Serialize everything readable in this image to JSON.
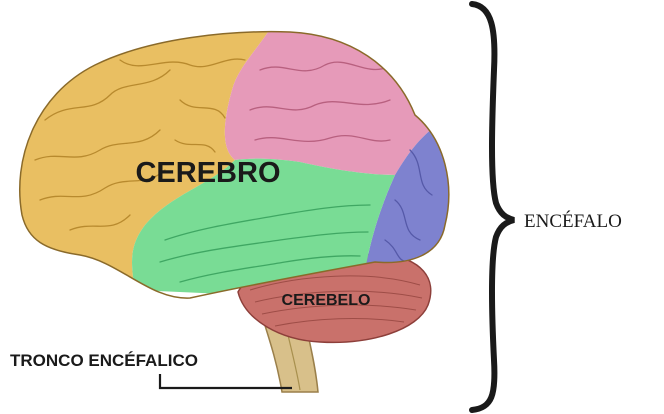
{
  "labels": {
    "cerebro": "CEREBRO",
    "cerebelo": "CEREBELO",
    "tronco": "TRONCO ENCÉFALICO",
    "encefalo": "ENCÉFALO"
  },
  "colors": {
    "frontal": "#e9bf62",
    "parietal": "#e69ab9",
    "occipital": "#7e82cf",
    "temporal": "#79dc95",
    "cerebellum": "#c9716b",
    "brainstem": "#d8c08a",
    "text": "#1a1a1a"
  }
}
